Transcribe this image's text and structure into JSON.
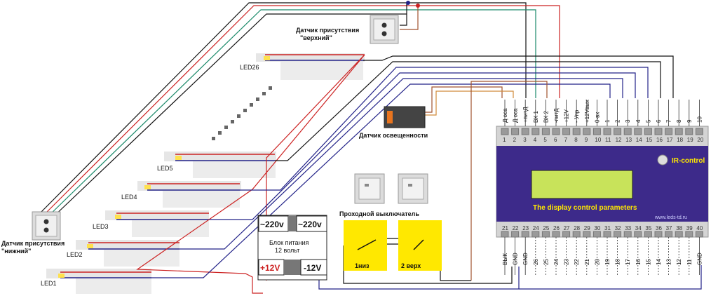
{
  "colors": {
    "controller_body": "#3d2a8a",
    "controller_display": "#c8e35a",
    "controller_text": "#ffe800",
    "wire_red": "#cc2222",
    "wire_black": "#111111",
    "wire_green": "#1a8a6a",
    "wire_blue": "#222288",
    "wire_brown": "#a0522d",
    "wire_orange": "#d08a3a",
    "highlight_yellow": "#ffe800",
    "led_yellow": "#ffe14d"
  },
  "sensors": {
    "top_label": "Датчик присутствия",
    "top_sub": "\"верхний\"",
    "bottom_label": "Датчик присутствия",
    "bottom_sub": "\"нижний\"",
    "light_label": "Датчик освещенности"
  },
  "leds": [
    "LED26",
    "LED5",
    "LED4",
    "LED3",
    "LED2",
    "LED1"
  ],
  "power": {
    "in_left": "~220v",
    "in_right": "~220v",
    "title": "Блок питания",
    "subtitle": "12 вольт",
    "plus": "+12V",
    "minus": "-12V"
  },
  "switch": {
    "title": "Проходной выключатель",
    "left": "1низ",
    "right": "2 верх"
  },
  "controller": {
    "brand": "IR-control",
    "caption": "The display control parameters",
    "url": "www.leds-td.ru",
    "top_terminals": [
      "Д оса",
      "Д оса",
      "+питД",
      "ВХ 1",
      "ВХ 2",
      "-питД",
      "+12V",
      "- Упр",
      "+12Vвых",
      "0-вх",
      "1",
      "2",
      "3",
      "4",
      "5",
      "6",
      "7",
      "8",
      "9",
      "10"
    ],
    "top_pins": [
      "1",
      "2",
      "3",
      "4",
      "5",
      "6",
      "7",
      "8",
      "9",
      "10",
      "11",
      "12",
      "13",
      "14",
      "15",
      "16",
      "17",
      "18",
      "19",
      "20"
    ],
    "bottom_pins": [
      "21",
      "22",
      "23",
      "24",
      "25",
      "26",
      "27",
      "28",
      "29",
      "30",
      "31",
      "32",
      "33",
      "34",
      "35",
      "36",
      "37",
      "38",
      "39",
      "40"
    ],
    "bottom_terminals": [
      "ВЫК",
      "GND",
      "GND",
      "26",
      "25",
      "24",
      "23",
      "22",
      "21",
      "20",
      "19",
      "18",
      "17",
      "16",
      "15",
      "14",
      "13",
      "12",
      "11",
      "GND"
    ]
  }
}
